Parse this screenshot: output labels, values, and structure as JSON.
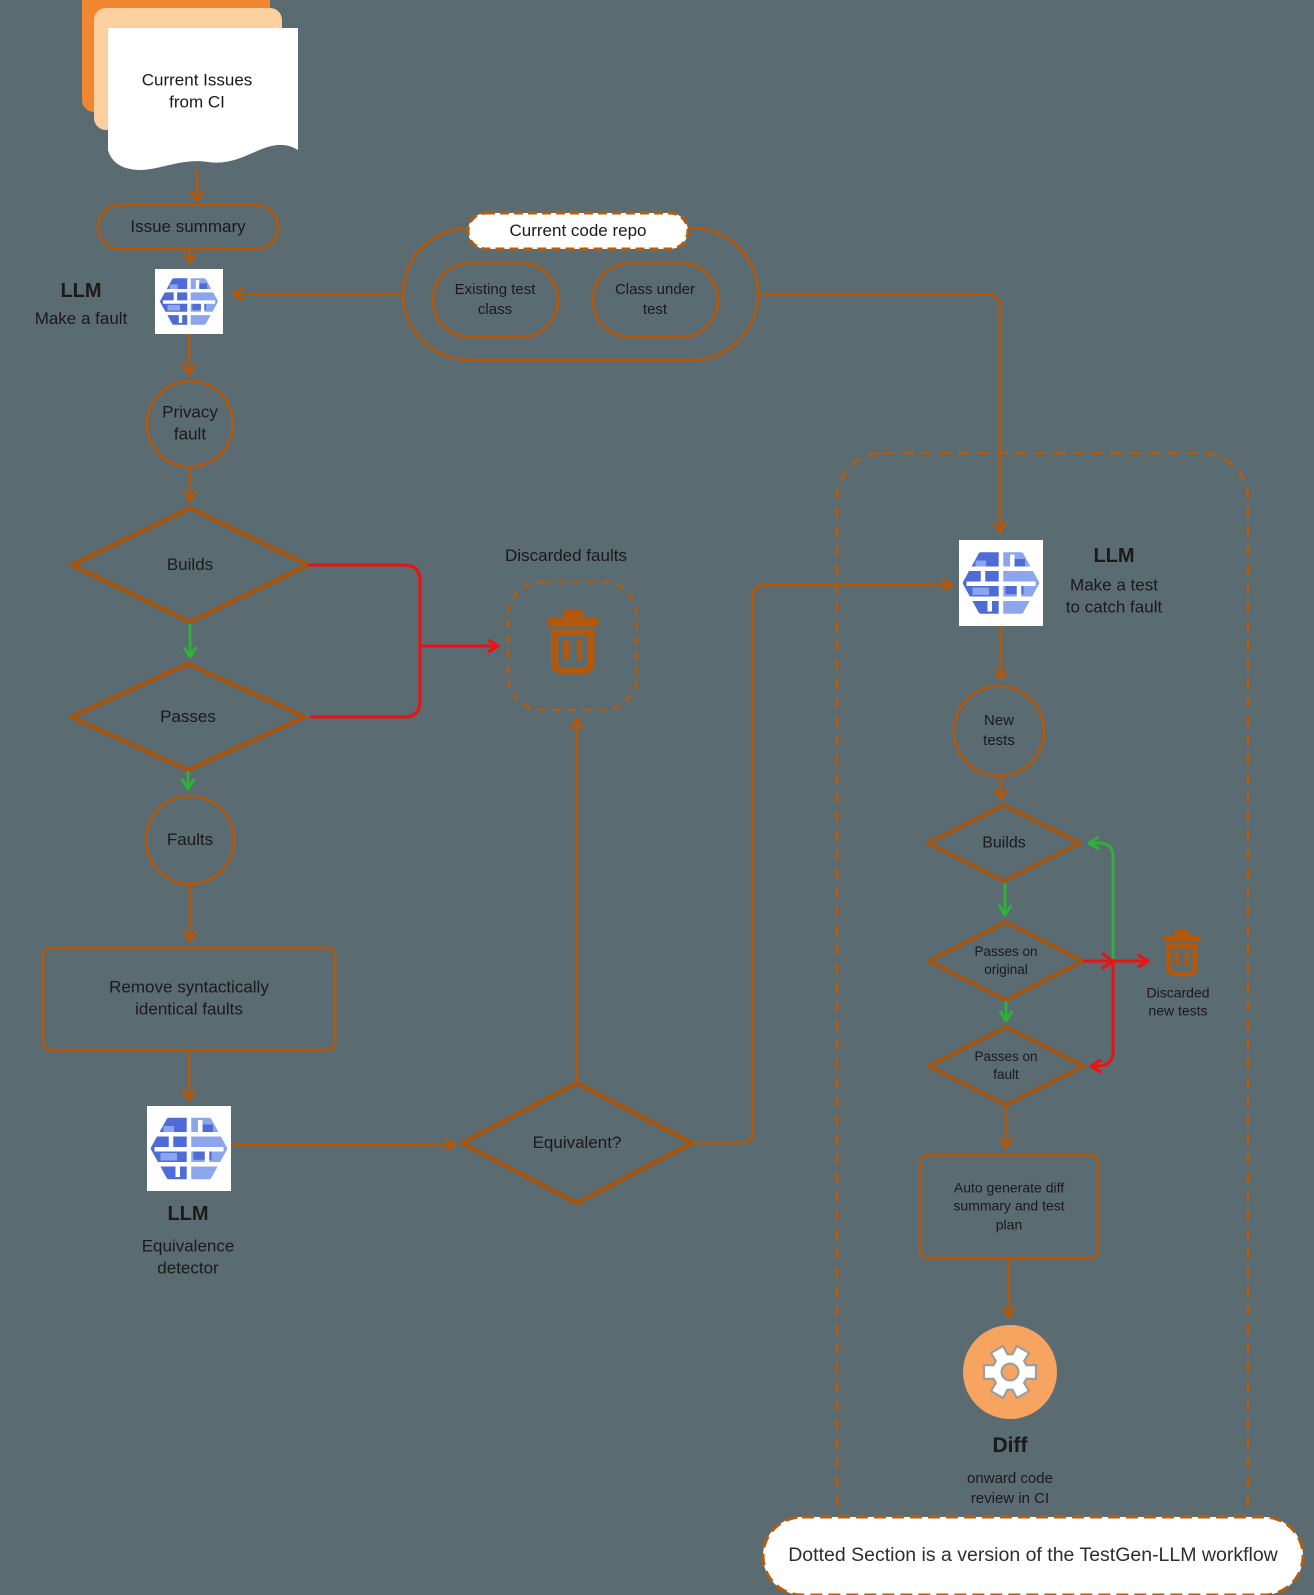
{
  "diagram": {
    "nodes": {
      "current_issues": {
        "label": "Current Issues\nfrom CI"
      },
      "issue_summary": {
        "label": "Issue summary"
      },
      "llm_make_fault": {
        "title": "LLM",
        "subtitle": "Make a fault"
      },
      "code_repo": {
        "label": "Current code repo",
        "items": [
          {
            "label": "Existing test\nclass"
          },
          {
            "label": "Class under\ntest"
          }
        ]
      },
      "privacy_fault": {
        "label": "Privacy\nfault"
      },
      "builds_left": {
        "label": "Builds"
      },
      "passes_left": {
        "label": "Passes"
      },
      "faults": {
        "label": "Faults"
      },
      "discarded_faults": {
        "label": "Discarded faults"
      },
      "remove_identical": {
        "label": "Remove syntactically\nidentical faults"
      },
      "llm_equivalence": {
        "title": "LLM",
        "subtitle": "Equivalence\ndetector"
      },
      "equivalent": {
        "label": "Equivalent?"
      },
      "llm_make_test": {
        "title": "LLM",
        "subtitle": "Make a test\nto catch fault"
      },
      "new_tests": {
        "label": "New\ntests"
      },
      "builds_right": {
        "label": "Builds"
      },
      "passes_on_original": {
        "label": "Passes on\noriginal"
      },
      "passes_on_fault": {
        "label": "Passes on\nfault"
      },
      "discarded_new_tests": {
        "label": "Discarded\nnew tests"
      },
      "auto_generate": {
        "label": "Auto generate diff\nsummary and test\nplan"
      },
      "diff": {
        "title": "Diff",
        "subtitle": "onward code\nreview in CI"
      }
    },
    "note": {
      "label": "Dotted Section is a version of the TestGen-LLM workflow"
    },
    "colors": {
      "background": "#5a6b72",
      "flow_line_orange": "#b4590c",
      "diamond_orange": "#a3540e",
      "fail_red": "#ee1111",
      "pass_green": "#2db137",
      "doc_back_orange": "#f0862f",
      "doc_mid_orange": "#fccf9e",
      "brain_blue_dark": "#4e6bd6",
      "brain_blue_light": "#8ba6ec",
      "gear_circle_orange": "#f7a461",
      "node_fill_white": "#ffffff",
      "text": "#1a1a1a"
    }
  }
}
